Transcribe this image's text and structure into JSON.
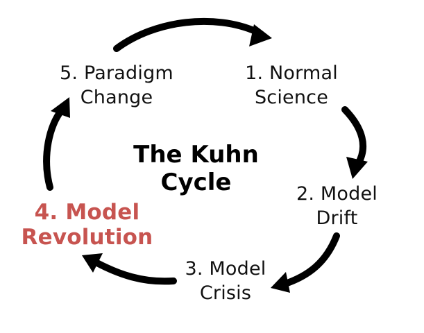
{
  "diagram": {
    "title_lines": [
      "The Kuhn",
      "Cycle"
    ],
    "stages": [
      {
        "lines": [
          "1. Normal",
          "Science"
        ]
      },
      {
        "lines": [
          "2. Model",
          "Drift"
        ]
      },
      {
        "lines": [
          "3. Model",
          "Crisis"
        ]
      },
      {
        "lines": [
          "4. Model",
          "Revolution"
        ]
      },
      {
        "lines": [
          "5. Paradigm",
          "Change"
        ]
      }
    ],
    "colors": {
      "text": "#111111",
      "highlight": "#c75450",
      "arrow": "#000000",
      "background": "#ffffff"
    }
  }
}
